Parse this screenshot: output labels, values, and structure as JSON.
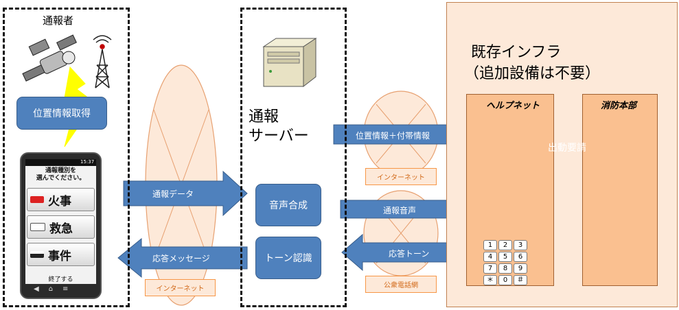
{
  "reporter": {
    "title": "通報者",
    "location_box": "位置情報取得"
  },
  "phone": {
    "prompt": "通報種別を\n選んでください。",
    "status_time": "15:37",
    "buttons": [
      "火事",
      "救急",
      "事件"
    ],
    "footer": "終了する"
  },
  "server": {
    "title_line1": "通報",
    "title_line2": "サーバー",
    "voice_synth": "音声合成",
    "tone_recog": "トーン認識"
  },
  "infra": {
    "title_line1": "既存インフラ",
    "title_line2": "（追加設備は不要）",
    "helpnet": "ヘルプネット",
    "fire_hq": "消防本部"
  },
  "arrows": {
    "report_data": "通報データ",
    "response_message": "応答メッセージ",
    "location_plus": "位置情報＋付帯情報",
    "report_voice": "通報音声",
    "response_tone": "応答トーン",
    "dispatch": "出動要請"
  },
  "networks": {
    "internet_left": "インターネット",
    "internet_right": "インターネット",
    "phone_network": "公衆電話網"
  },
  "keypad": [
    "1",
    "2",
    "3",
    "4",
    "5",
    "6",
    "7",
    "8",
    "9",
    "＊",
    "0",
    "＃"
  ],
  "colors": {
    "arrow_blue": "#4F81BD",
    "infra_bg": "#FDE9D9",
    "panel_orange": "#FAC090",
    "net_stroke": "#E7A070"
  }
}
